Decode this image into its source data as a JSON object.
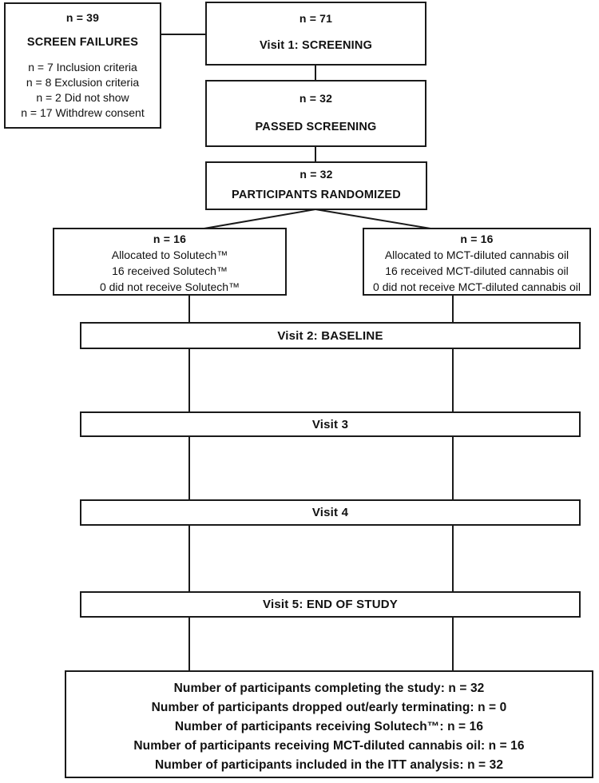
{
  "diagram": {
    "screen_failures": {
      "n": "n = 39",
      "title": "SCREEN FAILURES",
      "reasons": [
        "n = 7 Inclusion criteria",
        "n = 8 Exclusion criteria",
        "n = 2 Did not show",
        "n = 17 Withdrew consent"
      ]
    },
    "visit1": {
      "n": "n = 71",
      "title": "Visit 1: SCREENING"
    },
    "passed_screening": {
      "n": "n = 32",
      "title": "PASSED SCREENING"
    },
    "randomized": {
      "n": "n = 32",
      "title": "PARTICIPANTS RANDOMIZED"
    },
    "arm_solutech": {
      "n": "n = 16",
      "lines": [
        "Allocated to Solutech™",
        "16 received Solutech™",
        "0 did not receive Solutech™"
      ]
    },
    "arm_mct": {
      "n": "n = 16",
      "lines": [
        "Allocated to MCT-diluted cannabis oil",
        "16 received MCT-diluted cannabis oil",
        "0 did not receive MCT-diluted cannabis oil"
      ]
    },
    "visit2_label": "Visit 2: BASELINE",
    "visit3_label": "Visit 3",
    "visit4_label": "Visit 4",
    "visit5_label": "Visit 5: END OF STUDY",
    "summary": {
      "lines": [
        "Number of participants completing the study: n = 32",
        "Number of participants dropped out/early terminating: n = 0",
        "Number of participants receiving Solutech™: n = 16",
        "Number of participants receiving MCT-diluted cannabis oil: n = 16",
        "Number of participants included in the ITT analysis: n = 32"
      ]
    },
    "colors": {
      "background": "#ffffff",
      "border": "#1a1a1a",
      "text": "#111111"
    }
  }
}
